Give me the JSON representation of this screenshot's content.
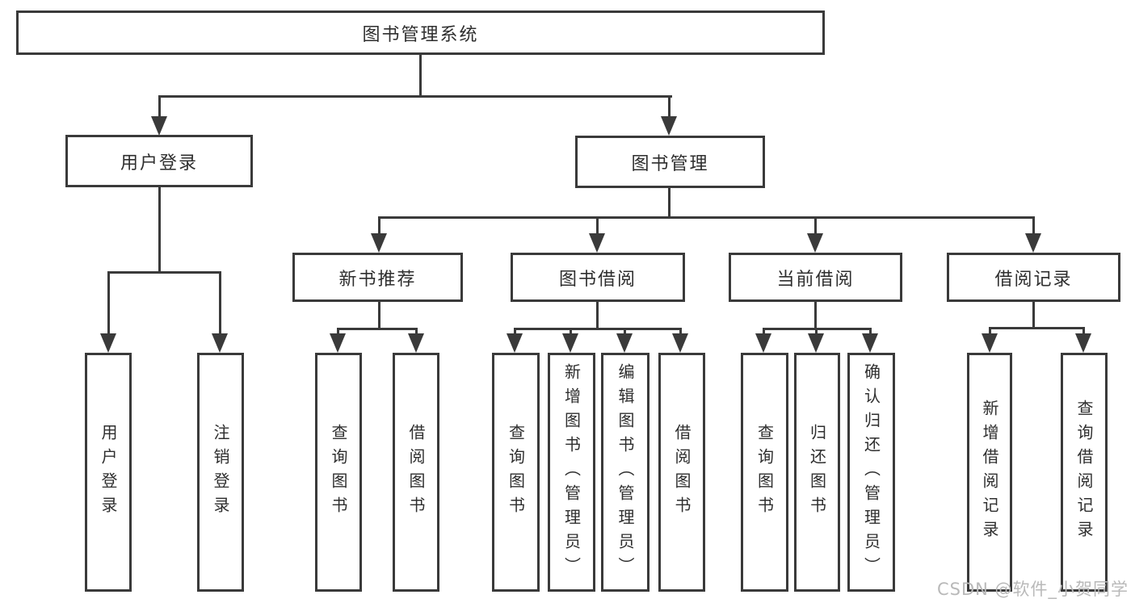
{
  "tree": {
    "root": "图书管理系统",
    "branches": [
      {
        "label": "用户登录",
        "children": [
          "用户登录",
          "注销登录"
        ]
      },
      {
        "label": "图书管理",
        "children": [
          {
            "label": "新书推荐",
            "children": [
              "查询图书",
              "借阅图书"
            ]
          },
          {
            "label": "图书借阅",
            "children": [
              "查询图书",
              "新增图书（管理员）",
              "编辑图书（管理员）",
              "借阅图书"
            ]
          },
          {
            "label": "当前借阅",
            "children": [
              "查询图书",
              "归还图书",
              "确认归还（管理员）"
            ]
          },
          {
            "label": "借阅记录",
            "children": [
              "新增借阅记录",
              "查询借阅记录"
            ]
          }
        ]
      }
    ]
  },
  "watermark": {
    "text": "CSDN @软件_小贺同学"
  },
  "colors": {
    "line": "#3a3a3a",
    "text": "#2e2e2e",
    "bg": "#ffffff",
    "watermark": "#b9b9b9"
  }
}
